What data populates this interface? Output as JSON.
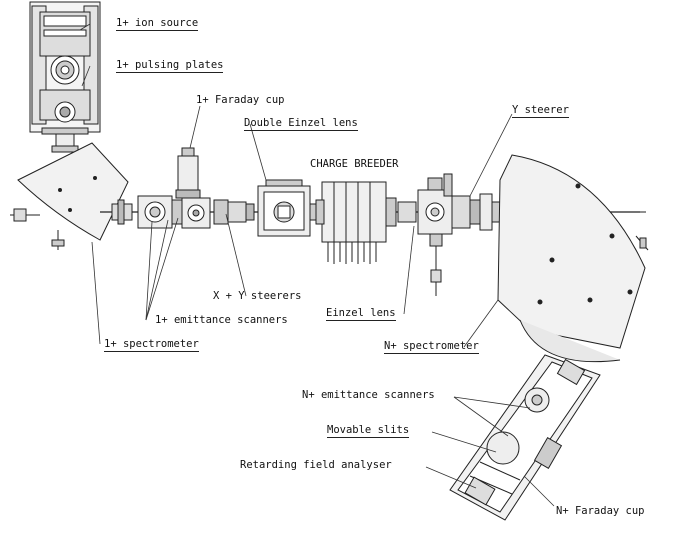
{
  "labels": {
    "ion_source": "1+ ion source",
    "pulsing_plates": "1+ pulsing plates",
    "faraday_cup": "1+ Faraday cup",
    "double_einzel": "Double Einzel lens",
    "charge_breeder": "CHARGE BREEDER",
    "y_steerer": "Y steerer",
    "xy_steerers": "X + Y steerers",
    "emittance_1": "1+ emittance scanners",
    "einzel": "Einzel lens",
    "spectrometer_1": "1+ spectrometer",
    "spectrometer_n": "N+ spectrometer",
    "emittance_n": "N+ emittance scanners",
    "movable_slits": "Movable slits",
    "retarding": "Retarding field analyser",
    "faraday_n": "N+ Faraday cup"
  }
}
